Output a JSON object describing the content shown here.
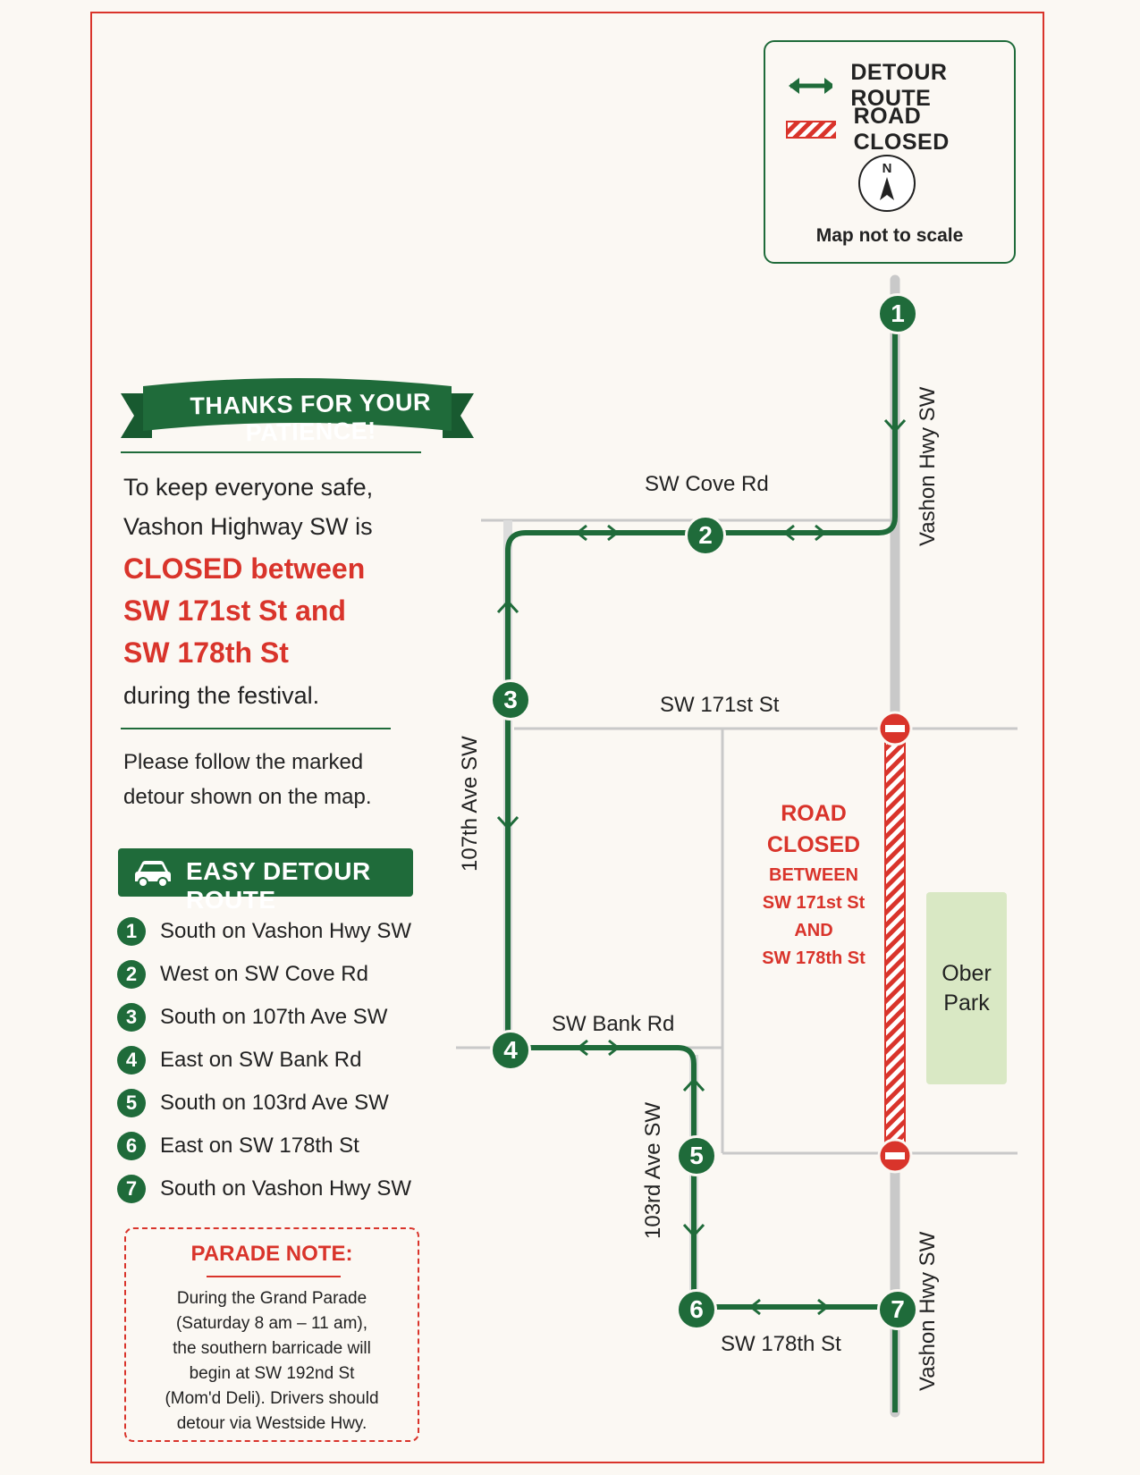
{
  "legend": {
    "detour_route": "DETOUR ROUTE",
    "road_closed": "ROAD CLOSED",
    "compass_letter": "N",
    "scale_note": "Map not to scale"
  },
  "banner": {
    "text": "THANKS FOR YOUR PATIENCE!"
  },
  "intro": {
    "line1": "To keep everyone safe,",
    "line2": "Vashon Highway SW is",
    "closed_line1": "CLOSED between",
    "closed_line2": "SW 171st St and",
    "closed_line3": "SW 178th St",
    "line3": "during the festival."
  },
  "follow_note": {
    "line1": "Please follow the marked",
    "line2": "detour shown on the map."
  },
  "detour_list": {
    "title": "EASY DETOUR ROUTE",
    "steps": [
      {
        "num": "1",
        "text": "South on Vashon Hwy SW"
      },
      {
        "num": "2",
        "text": "West on SW Cove Rd"
      },
      {
        "num": "3",
        "text": "South on 107th Ave SW"
      },
      {
        "num": "4",
        "text": "East on SW Bank Rd"
      },
      {
        "num": "5",
        "text": "South on 103rd Ave SW"
      },
      {
        "num": "6",
        "text": "East on SW 178th St"
      },
      {
        "num": "7",
        "text": "South on Vashon Hwy SW"
      }
    ]
  },
  "parade_note": {
    "title": "PARADE NOTE:",
    "line1": "During the Grand Parade",
    "line2": "(Saturday 8 am – 11 am),",
    "line3": "the southern barricade will",
    "line4": "begin at SW 192nd St",
    "line5": "(Mom'd Deli). Drivers should",
    "line6": "detour via Westside Hwy."
  },
  "streets": {
    "cove_rd": "SW Cove Rd",
    "st_171": "SW 171st St",
    "bank_rd": "SW Bank Rd",
    "st_178": "SW 178th St",
    "vashon_north": "Vashon Hwy SW",
    "vashon_south": "Vashon Hwy SW",
    "ave_107": "107th Ave SW",
    "ave_103": "103rd Ave SW"
  },
  "closure_label": {
    "line1": "ROAD",
    "line2": "CLOSED",
    "line3": "BETWEEN",
    "line4": "SW 171st St",
    "line5": "AND",
    "line6": "SW 178th St"
  },
  "park": {
    "line1": "Ober",
    "line2": "Park"
  },
  "route_markers": [
    "1",
    "2",
    "3",
    "4",
    "5",
    "6",
    "7"
  ],
  "colors": {
    "detour_green": "#1f6b3a",
    "closed_red": "#d9342b",
    "road_gray": "#c9c9c9",
    "park_green": "#d9e8c4",
    "background": "#fbf8f3"
  }
}
